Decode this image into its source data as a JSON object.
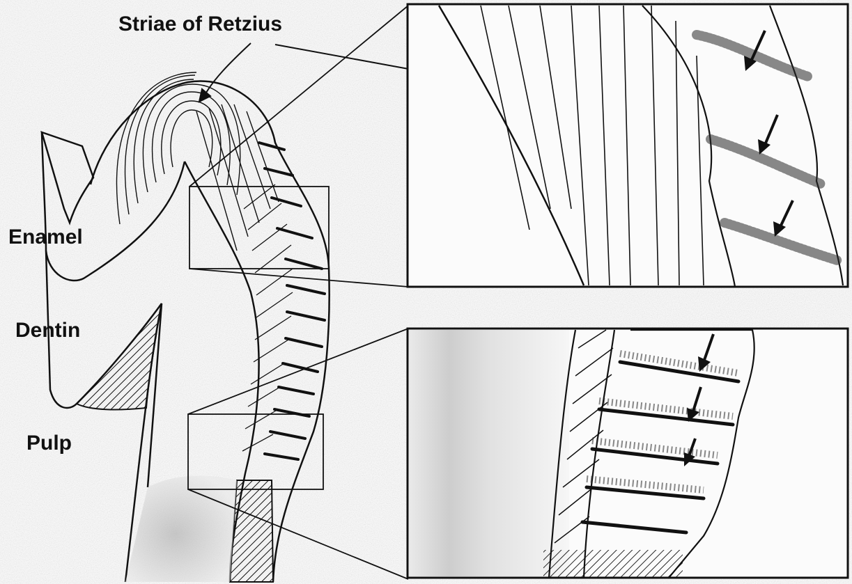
{
  "labels": {
    "striae": "Striae of Retzius",
    "enamel": "Enamel",
    "dentin": "Dentin",
    "pulp": "Pulp"
  },
  "colors": {
    "ink": "#111111",
    "paper": "#fdfdfd",
    "stipple": "#2a2a2a",
    "shade": "#bdbdbd"
  }
}
